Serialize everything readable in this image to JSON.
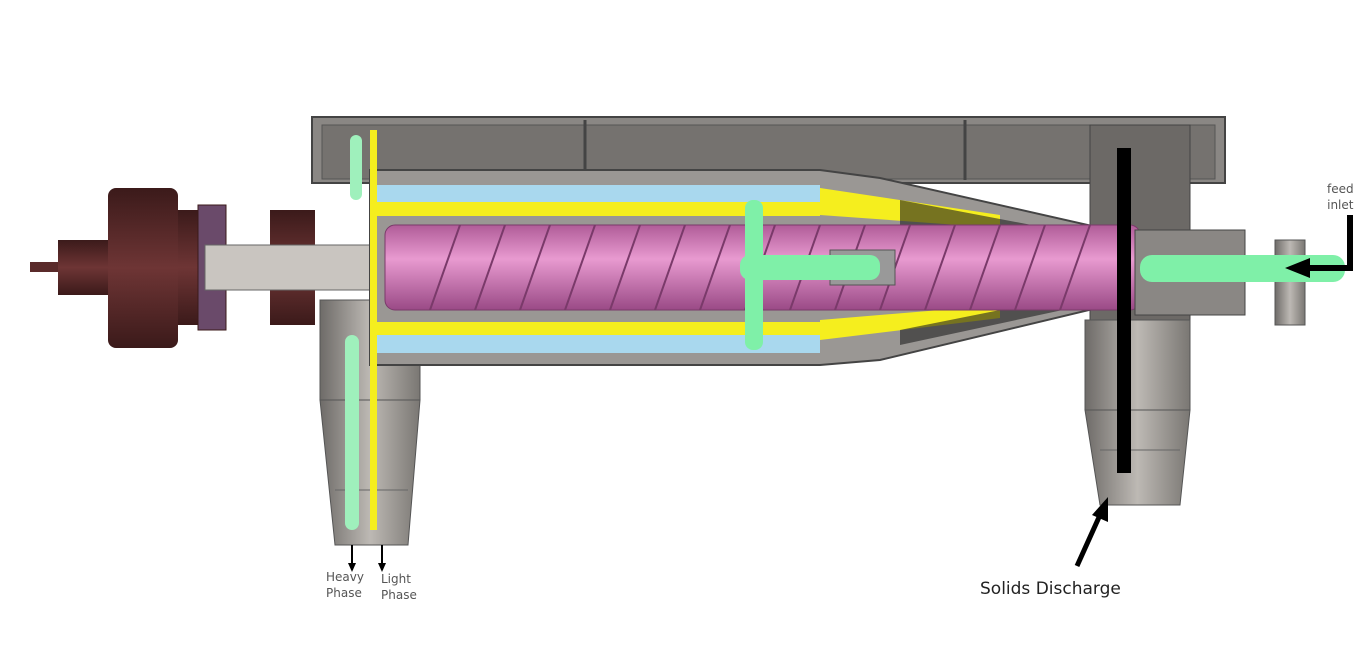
{
  "labels": {
    "feed_inlet": [
      "feed",
      "inlet"
    ],
    "heavy_phase": [
      "Heavy",
      "Phase"
    ],
    "light_phase": [
      "Light",
      "Phase"
    ],
    "solids_discharge": "Solids Discharge"
  },
  "colors": {
    "housing": "#8f8c88",
    "drive": "#5a2a2a",
    "scroll": "#d77fc0",
    "light_phase_layer": "#f5ee1e",
    "heavy_phase_layer": "#a9d8ee",
    "feed": "#7ff0a8",
    "solids": "#111111"
  }
}
